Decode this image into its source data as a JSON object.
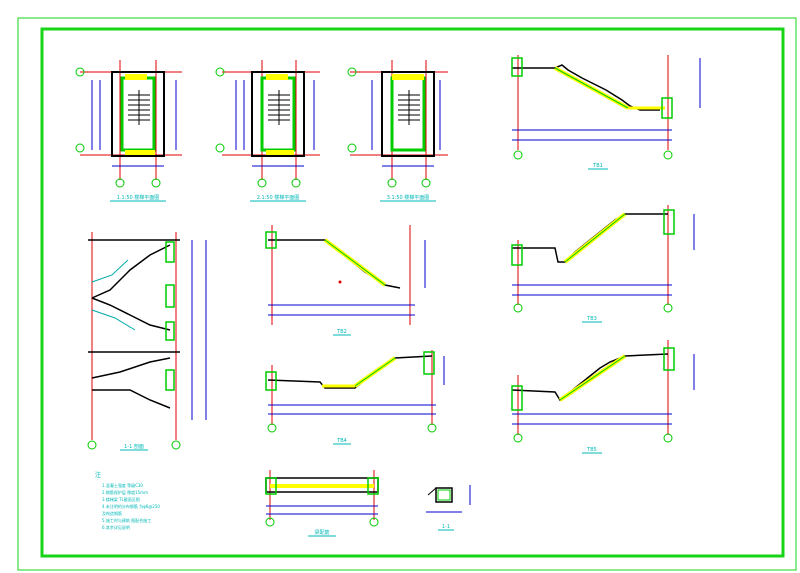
{
  "colors": {
    "paper": "#ffffff",
    "frame": "#17d417",
    "inner_frame": "#00cc00",
    "outline": "#000000",
    "axis": "#e00000",
    "annotation": "#00aaaa",
    "dimension": "#0000cc",
    "highlight": "#ffff00",
    "cyan_text": "#00b7b7"
  },
  "labels": {
    "plan_1": "1.1:50 楼梯平面图",
    "plan_2": "2.1:50 楼梯平面图",
    "plan_3": "3.1:50 楼梯平面图",
    "section_main": "1-1 剖面",
    "tb1": "TB1",
    "tb2": "TB2",
    "tb3": "TB3",
    "tb4": "TB4",
    "tb5": "TB5",
    "beam": "梁配筋",
    "detail": "1-1",
    "notes_title": "注",
    "notes": [
      "1.混凝土强度  等级C30",
      "2.钢筋保护层  厚度15mm",
      "3.楼梯梁  TL截面见图",
      "4.未注明的分布钢筋  为φ6@250",
      "  及构造钢筋",
      "5.施工时与建筑  图配合施工",
      "6.其余详见说明"
    ]
  }
}
